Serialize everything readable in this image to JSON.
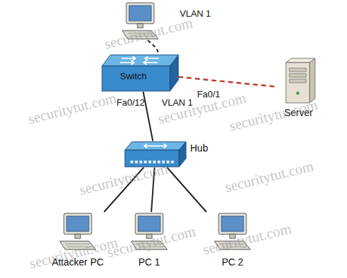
{
  "diagram": {
    "nodes": [
      {
        "text": [
          "Switch"
        ]
      },
      {
        "text": [
          "Hub"
        ]
      },
      {
        "text": [
          "Server"
        ]
      },
      {
        "text": [
          "Attacker PC"
        ]
      },
      {
        "text": [
          "PC 1"
        ]
      },
      {
        "text": [
          "PC 2"
        ]
      }
    ],
    "edges": [
      {
        "from": 0,
        "to": 2,
        "arrow": "none"
      },
      {
        "from": 0,
        "to": 1,
        "arrow": "none"
      },
      {
        "from": 1,
        "to": 3,
        "arrow": "none"
      },
      {
        "from": 1,
        "to": 4,
        "arrow": "none"
      },
      {
        "from": 1,
        "to": 5,
        "arrow": "none"
      }
    ],
    "labels": [
      "VLAN 1",
      "Fa0/1",
      "Fa0/12",
      "VLAN 1",
      "securitytut.com",
      "securitytut.com",
      "securitytut.com",
      "securitytut.com",
      "securitytut.com",
      "securitytut.com",
      "securitytut.com",
      "securitytut.com",
      "securitytut.com"
    ]
  }
}
